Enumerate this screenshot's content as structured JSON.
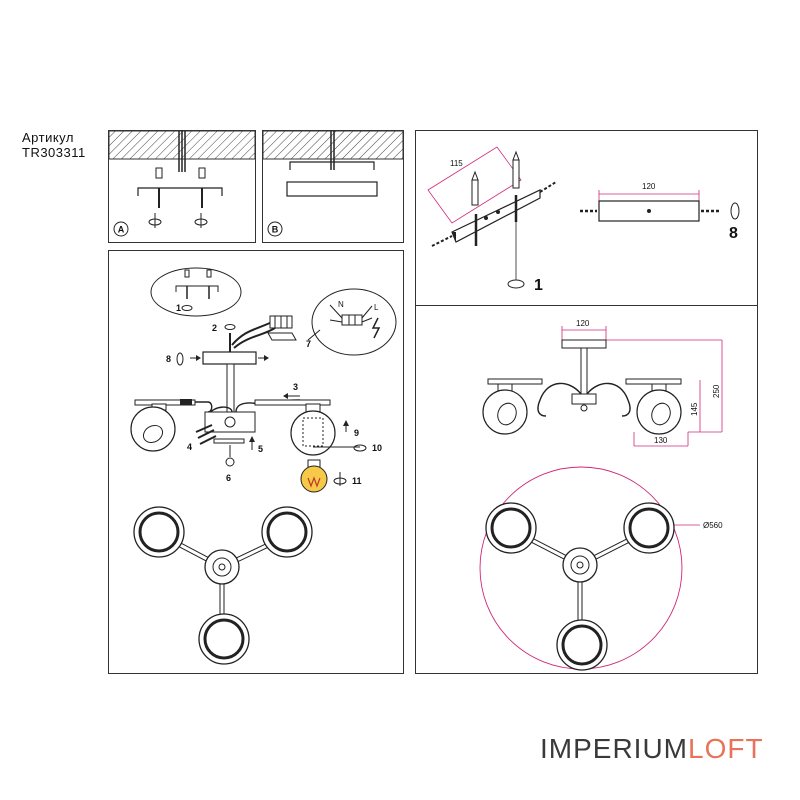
{
  "header": {
    "artikul_label": "Артикул",
    "article_code": "TR303311"
  },
  "panel_a": {
    "tag": "A"
  },
  "panel_b": {
    "tag": "B"
  },
  "assembly": {
    "callouts": {
      "c1": "1",
      "c2": "2",
      "c3": "3",
      "c4": "4",
      "c5": "5",
      "c6": "6",
      "c7": "7",
      "c8": "8",
      "c9": "9",
      "c10": "10",
      "c11": "11"
    },
    "wire_n": "N",
    "wire_l": "L"
  },
  "mount_panel": {
    "bar_length": "115",
    "plate_length": "120",
    "step_1": "1",
    "step_8": "8"
  },
  "dimensions_panel": {
    "top_width": "120",
    "height": "250",
    "shade_height": "145",
    "shade_width": "130",
    "diameter": "Ø560"
  },
  "brand": {
    "part1": "IMPERIUM",
    "part2": "LOFT"
  },
  "colors": {
    "dimension_line": "#d0287a",
    "bulb_fill": "#f7c948",
    "bulb_filament": "#c0392b",
    "logo_gray": "#3a3a3a",
    "logo_orange": "#e8735a"
  }
}
